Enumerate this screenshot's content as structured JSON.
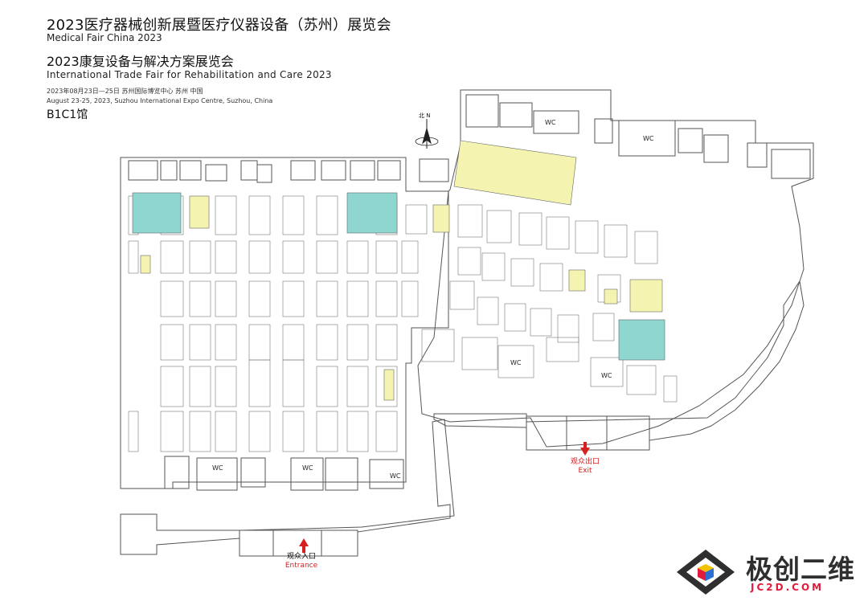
{
  "header": {
    "title_cn": "2023医疗器械创新展暨医疗仪器设备（苏州）展览会",
    "title_en": "Medical Fair China 2023",
    "subtitle_cn": "2023康复设备与解决方案展览会",
    "subtitle_en": "International Trade Fair for Rehabilitation and Care 2023",
    "date_cn": "2023年08月23日—25日  苏州国际博览中心  苏州  中国",
    "date_en": "August 23-25, 2023, Suzhou International Expo Centre, Suzhou, China",
    "hall": "B1C1馆"
  },
  "map": {
    "compass_label": "北 N",
    "restroom_label": "WC",
    "entrance_cn": "观众入口",
    "entrance_en": "Entrance",
    "exit_cn": "观众出口",
    "exit_en": "Exit",
    "colors": {
      "line": "#555555",
      "booth_teal": "#8fd6d1",
      "booth_yellow": "#f4f4b0",
      "arrow": "#d62020"
    }
  },
  "watermark": {
    "cn": "极创二维",
    "en": "JC2D.COM",
    "accent": "#e11b3c"
  }
}
